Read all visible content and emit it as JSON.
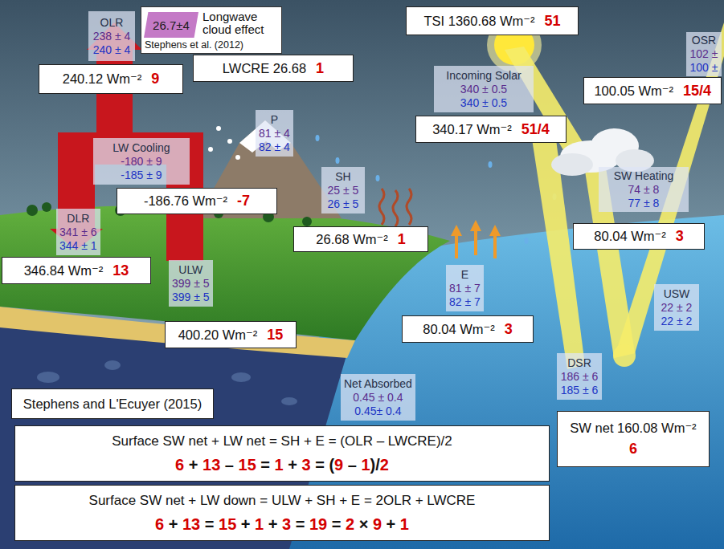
{
  "diagram": {
    "nodes": [
      {
        "text": [
          "OLR",
          "238 ± 4",
          "240 ± 4"
        ]
      },
      {
        "text": [
          "Longwave cloud effect",
          "Stephens et al. (2012)"
        ]
      },
      {
        "text": [
          "26.7±4"
        ],
        "in": 1
      },
      {
        "text": [
          "TSI 1360.68 Wm⁻²",
          "51"
        ]
      },
      {
        "text": [
          "OSR",
          "102 ±",
          "100 ±"
        ]
      },
      {
        "text": [
          "240.12 Wm⁻²",
          "9"
        ]
      },
      {
        "text": [
          "LWCRE 26.68",
          "1"
        ]
      },
      {
        "text": [
          "Incoming Solar",
          "340 ± 0.5",
          "340 ± 0.5"
        ]
      },
      {
        "text": [
          "100.05 Wm⁻²",
          "15/4"
        ]
      },
      {
        "text": [
          "340.17 Wm⁻²",
          "51/4"
        ]
      },
      {
        "text": [
          "P",
          "81 ± 4",
          "82 ± 4"
        ]
      },
      {
        "text": [
          "LW Cooling",
          "-180 ± 9",
          "-185 ± 9"
        ]
      },
      {
        "text": [
          "SW Heating",
          "74 ± 8",
          "77 ± 8"
        ]
      },
      {
        "text": [
          "SH",
          "25 ± 5",
          "26 ± 5"
        ]
      },
      {
        "text": [
          "-186.76 Wm⁻²",
          "-7"
        ]
      },
      {
        "text": [
          "DLR",
          "341 ± 6",
          "344 ± 1"
        ]
      },
      {
        "text": [
          "26.68 Wm⁻²",
          "1"
        ]
      },
      {
        "text": [
          "80.04 Wm⁻²",
          "3"
        ]
      },
      {
        "text": [
          "ULW",
          "399 ± 5",
          "399 ± 5"
        ]
      },
      {
        "text": [
          "USW",
          "22 ± 2",
          "22 ± 2"
        ]
      },
      {
        "text": [
          "346.84 Wm⁻²",
          "13"
        ]
      },
      {
        "text": [
          "80.04 Wm⁻²",
          "3"
        ]
      },
      {
        "text": [
          "400.20 Wm⁻²",
          "15"
        ]
      },
      {
        "text": [
          "E",
          "81 ± 7",
          "82 ± 7"
        ]
      },
      {
        "text": [
          "DSR",
          "186 ± 6",
          "185 ± 6"
        ]
      },
      {
        "text": [
          "Net Absorbed",
          "0.45 ± 0.4",
          "0.45± 0.4"
        ]
      },
      {
        "text": [
          "Stephens and L'Ecuyer (2015)"
        ]
      },
      {
        "text": [
          "SW net 160.08 Wm⁻²",
          "6"
        ]
      },
      {
        "text": [
          "Surface SW net + LW net = SH + E = (OLR – LWCRE)/2",
          "6 + 13 – 15 = 1 + 3 = (9 – 1)/2"
        ]
      },
      {
        "text": [
          "Surface SW net + LW down = ULW + SH + E = 2OLR + LWCRE",
          "6 + 13 = 15 + 1 + 3 = 19 = 2 × 9 + 1"
        ]
      }
    ]
  }
}
